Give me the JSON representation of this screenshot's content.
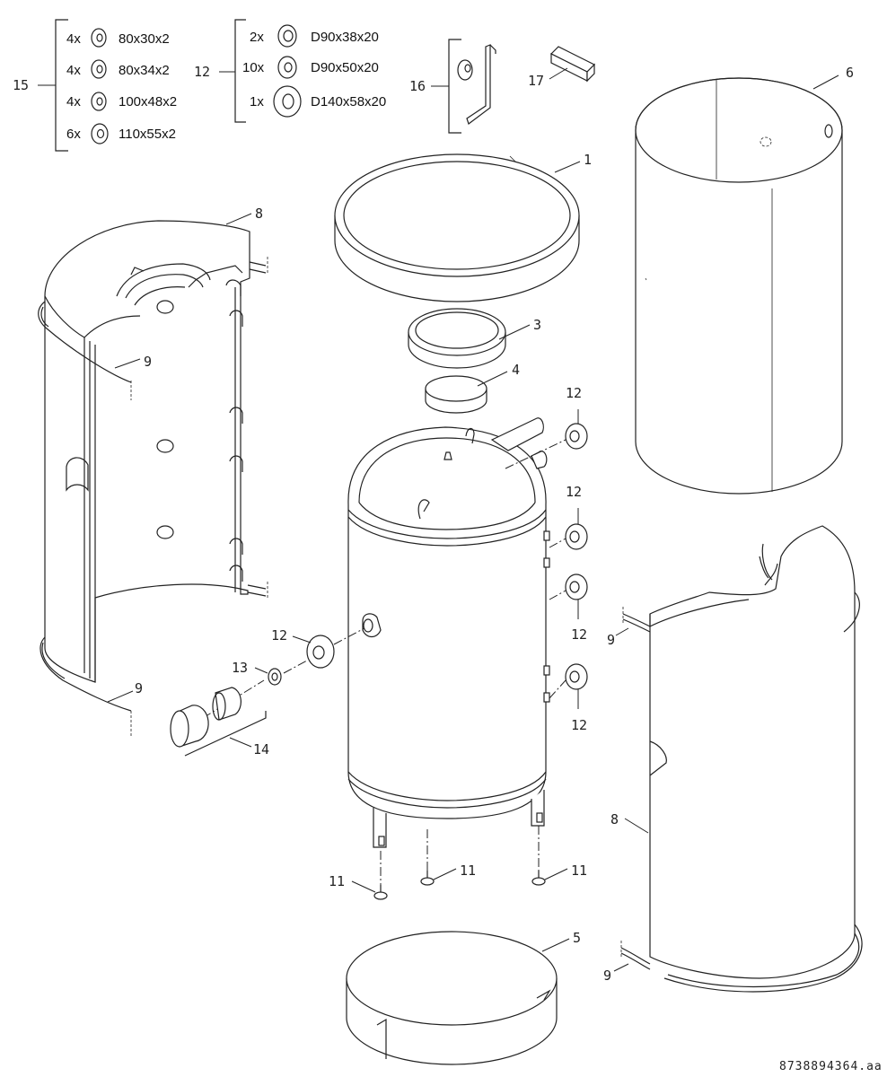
{
  "kits": {
    "k15": {
      "label": "15",
      "rows": [
        {
          "qty": "4x",
          "size": "80x30x2"
        },
        {
          "qty": "4x",
          "size": "80x34x2"
        },
        {
          "qty": "4x",
          "size": "100x48x2"
        },
        {
          "qty": "6x",
          "size": "110x55x2"
        }
      ]
    },
    "k12": {
      "label": "12",
      "rows": [
        {
          "qty": "2x",
          "size": "D90x38x20"
        },
        {
          "qty": "10x",
          "size": "D90x50x20"
        },
        {
          "qty": "1x",
          "size": "D140x58x20"
        }
      ]
    }
  },
  "labels": {
    "l1": "1",
    "l3": "3",
    "l4": "4",
    "l5": "5",
    "l6": "6",
    "l8a": "8",
    "l8b": "8",
    "l9a": "9",
    "l9b": "9",
    "l9c": "9",
    "l9d": "9",
    "l11a": "11",
    "l11b": "11",
    "l11c": "11",
    "l12a": "12",
    "l12b": "12",
    "l12c": "12",
    "l12d": "12",
    "l12e": "12",
    "l13": "13",
    "l14": "14",
    "l16": "16",
    "l17": "17"
  },
  "doc_id": "8738894364.aa"
}
